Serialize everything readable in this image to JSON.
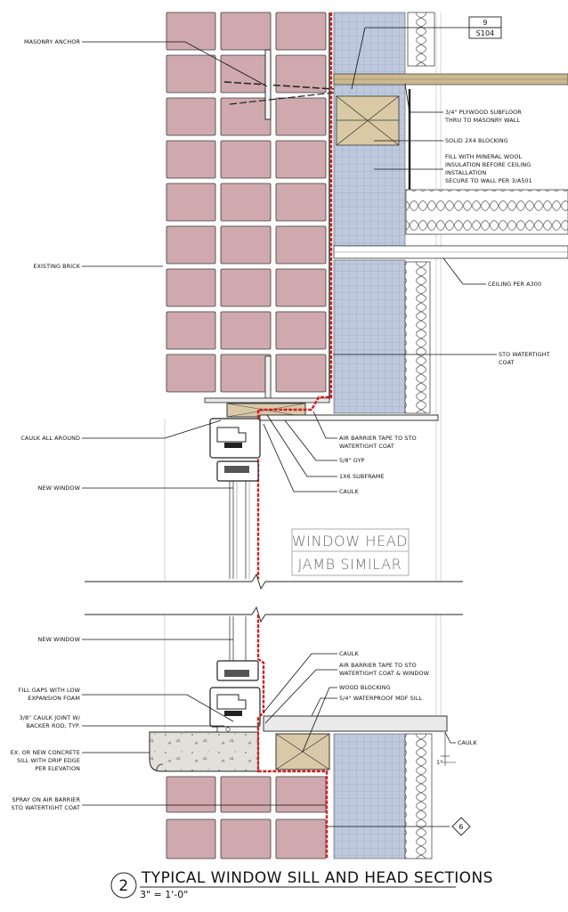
{
  "detail_ref": {
    "number": "9",
    "sheet": "S104"
  },
  "head_labels_left": {
    "masonry_anchor": "MASONRY ANCHOR",
    "existing_brick": "EXISTING BRICK",
    "caulk_all_around": "CAULK ALL AROUND",
    "new_window": "NEW WINDOW"
  },
  "head_labels_right": {
    "plywood_1": "3/4\" PLYWOOD SUBFLOOR",
    "plywood_2": "THRU TO MASONRY WALL",
    "blocking": "SOLID 2X4 BLOCKING",
    "wool_1": "FILL WITH MINERAL WOOL",
    "wool_2": "INSULATION BEFORE CEILING",
    "wool_3": "INSTALLATION",
    "wool_4": "SECURE TO WALL PER 3/A501",
    "ceiling": "CEILING PER A300",
    "sto_1": "STO WATERTIGHT",
    "sto_2": "COAT",
    "tape_1": "AIR BARRIER TAPE TO STO",
    "tape_2": "WATERTIGHT COAT",
    "gyp": "5/8\" GYP",
    "subframe": "1X6 SUBFRAME",
    "caulk": "CAULK"
  },
  "head_box": {
    "line1": "WINDOW HEAD",
    "line2": "JAMB SIMILAR"
  },
  "sill_labels_left": {
    "new_window": "NEW WINDOW",
    "fill_1": "FILL GAPS WITH LOW",
    "fill_2": "EXPANSION FOAM",
    "joint_1": "3/8\" CAULK JOINT W/",
    "joint_2": "BACKER ROD, TYP.",
    "sill_1": "EX. OR NEW CONCRETE",
    "sill_2": "SILL WITH DRIP EDGE",
    "sill_3": "PER ELEVATION",
    "spray_1": "SPRAY ON AIR BARRIER",
    "spray_2": "STO WATERTIGHT COAT"
  },
  "sill_labels_right": {
    "caulk": "CAULK",
    "tape_1": "AIR BARRIER TAPE TO STO",
    "tape_2": "WATERTIGHT COAT & WINDOW",
    "wood": "WOOD BLOCKING",
    "mdf": "5/4\" WATERPROOF MDF SILL",
    "caulk_right": "CAULK",
    "dim": "1\""
  },
  "keynote": "6",
  "title_block": {
    "number": "2",
    "title": "TYPICAL WINDOW SILL AND HEAD SECTIONS",
    "scale": "3\" = 1'-0\""
  },
  "colors": {
    "brick": "#cfa9ad",
    "brick_stroke": "#3a3a3a",
    "insulation_grid": "#b9c4dc",
    "air_barrier": "#d21f1f",
    "wood": "#d8c9a8",
    "concrete": "#dedcd6"
  }
}
